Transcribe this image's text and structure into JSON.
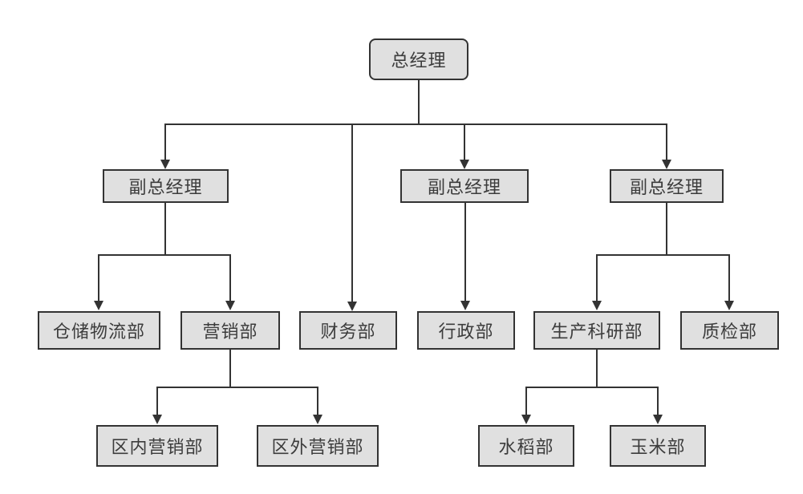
{
  "diagram": {
    "type": "org-chart",
    "background": "#ffffff",
    "colors": {
      "box_fill": "#e0e0e0",
      "box_border": "#333333",
      "connector_line": "#333333",
      "text": "#3c3c3c"
    },
    "nodes": {
      "root": {
        "label": "总经理",
        "level": 1
      },
      "vp_left": {
        "label": "副总经理",
        "level": 2
      },
      "vp_middle": {
        "label": "副总经理",
        "level": 2
      },
      "vp_right": {
        "label": "副总经理",
        "level": 2
      },
      "warehouse": {
        "label": "仓储物流部",
        "level": 3
      },
      "marketing": {
        "label": "营销部",
        "level": 3
      },
      "finance": {
        "label": "财务部",
        "level": 3
      },
      "admin": {
        "label": "行政部",
        "level": 3
      },
      "production": {
        "label": "生产科研部",
        "level": 3
      },
      "quality": {
        "label": "质检部",
        "level": 3
      },
      "regional_marketing": {
        "label": "区内营销部",
        "level": 4
      },
      "external_marketing": {
        "label": "区外营销部",
        "level": 4
      },
      "rice": {
        "label": "水稻部",
        "level": 4
      },
      "corn": {
        "label": "玉米部",
        "level": 4
      }
    },
    "edges": [
      {
        "from": "root",
        "to": "vp_left"
      },
      {
        "from": "root",
        "to": "finance"
      },
      {
        "from": "root",
        "to": "vp_middle"
      },
      {
        "from": "root",
        "to": "vp_right"
      },
      {
        "from": "vp_left",
        "to": "warehouse"
      },
      {
        "from": "vp_left",
        "to": "marketing"
      },
      {
        "from": "vp_middle",
        "to": "admin"
      },
      {
        "from": "vp_right",
        "to": "production"
      },
      {
        "from": "vp_right",
        "to": "quality"
      },
      {
        "from": "marketing",
        "to": "regional_marketing"
      },
      {
        "from": "marketing",
        "to": "external_marketing"
      },
      {
        "from": "production",
        "to": "rice"
      },
      {
        "from": "production",
        "to": "corn"
      }
    ]
  }
}
